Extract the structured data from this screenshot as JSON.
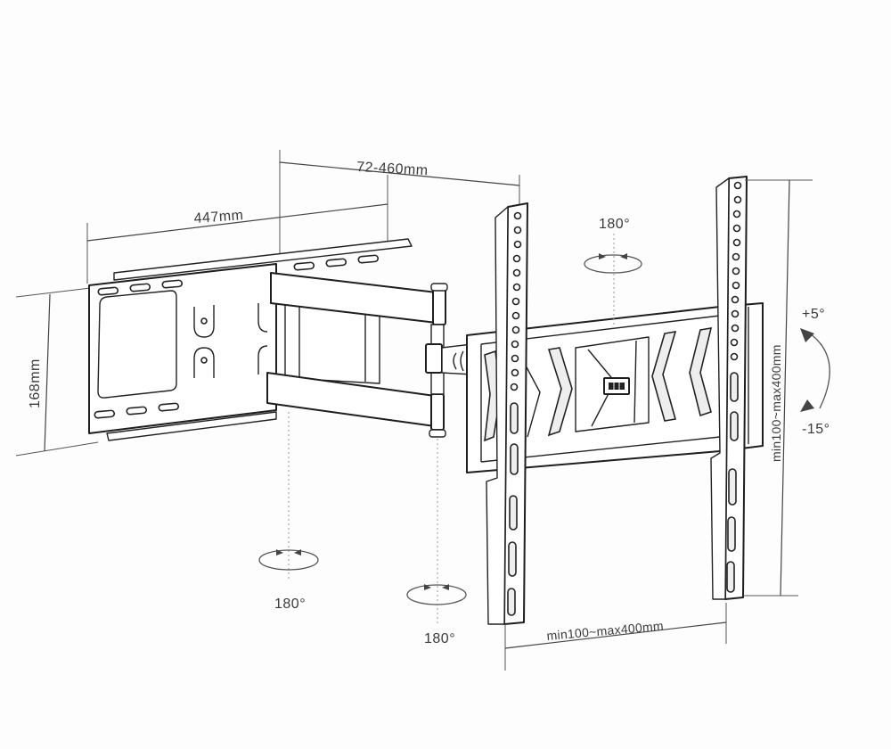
{
  "diagram": {
    "subject": "Full-motion articulating TV wall mount",
    "background": "#fefdfe",
    "line_color": "#1e1e1e",
    "dimensions": {
      "arm_extension": "72-460mm",
      "wall_plate_width": "447mm",
      "wall_plate_height": "168mm",
      "vesa_vertical": "min100~max400mm",
      "vesa_horizontal": "min100~max400mm"
    },
    "rotations": {
      "top_swivel": "180°",
      "wall_pivot": "180°",
      "arm_pivot": "180°"
    },
    "tilt": {
      "up": "+5°",
      "down": "-15°"
    },
    "icons": {
      "rotation": "rotation-arrow-icon",
      "tilt": "tilt-arc-icon"
    }
  }
}
